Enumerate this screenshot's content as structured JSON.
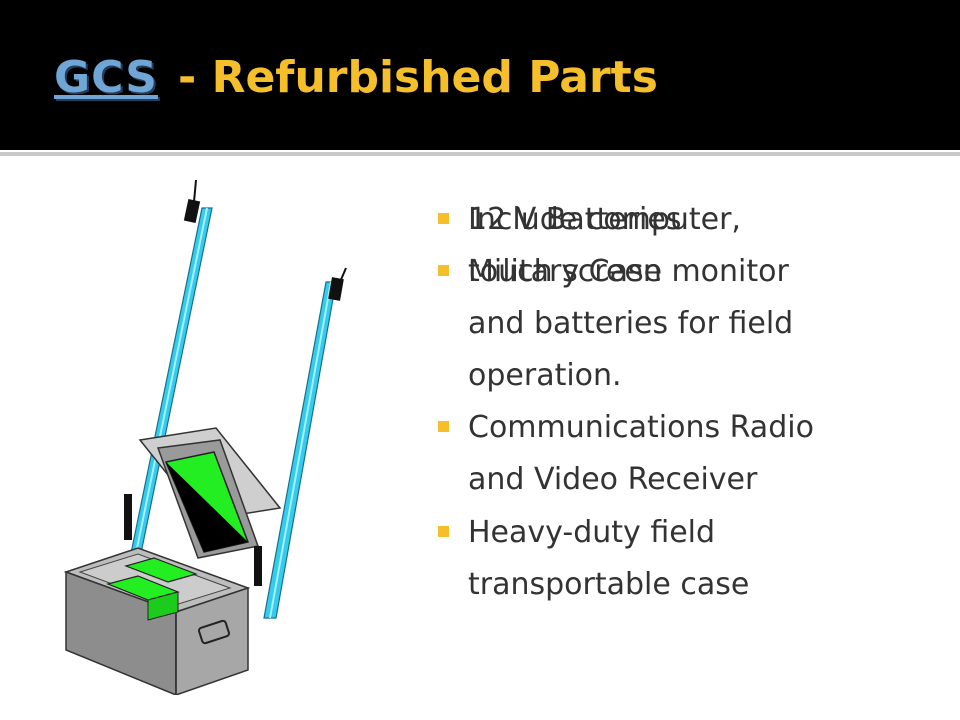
{
  "title": {
    "link": "GCS",
    "rest": " - Refurbished Parts"
  },
  "bullets": [
    {
      "lines": [
        "12 V Batteries"
      ]
    },
    {
      "lines": [
        "Military Case"
      ]
    },
    {
      "lines": [
        "Include computer,",
        "touch screen monitor",
        "and batteries for field",
        "operation."
      ]
    },
    {
      "lines": [
        "Communications Radio",
        "and Video Receiver"
      ]
    },
    {
      "lines": [
        "Heavy-duty field",
        "transportable case"
      ]
    }
  ],
  "colors": {
    "header": "#000000",
    "title_accent": "#f4bf2b",
    "link": "#6fa6d6",
    "antenna": "#33ccee",
    "equipment": "#22ee22",
    "case": "#999999"
  }
}
